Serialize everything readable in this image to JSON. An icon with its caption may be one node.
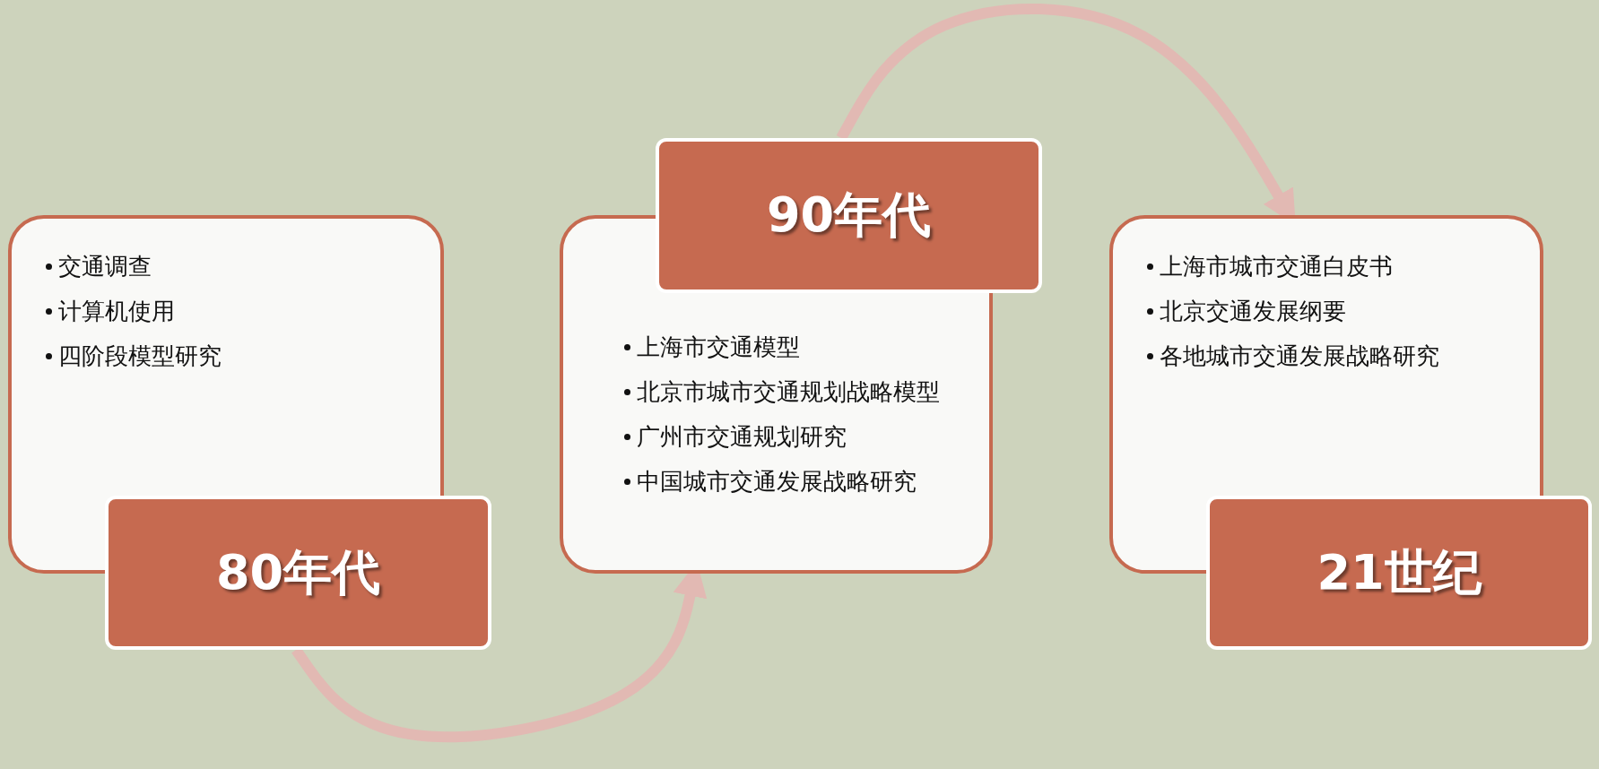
{
  "diagram": {
    "nodes": [
      {
        "text": [
          "交通调查",
          "计算机使用",
          "四阶段模型研究"
        ]
      },
      {
        "text": [
          "80年代"
        ]
      },
      {
        "text": [
          "上海市交通模型",
          "北京市城市交通规划战略模型",
          "广州市交通规划研究",
          "中国城市交通发展战略研究"
        ]
      },
      {
        "text": [
          "90年代"
        ]
      },
      {
        "text": [
          "上海市城市交通白皮书",
          "北京交通发展纲要",
          "各地城市交通发展战略研究"
        ]
      },
      {
        "text": [
          "21世纪"
        ]
      }
    ],
    "edges": [
      {
        "from": 1,
        "to": 2,
        "arrow": "to"
      },
      {
        "from": 3,
        "to": 4,
        "arrow": "to"
      }
    ]
  }
}
